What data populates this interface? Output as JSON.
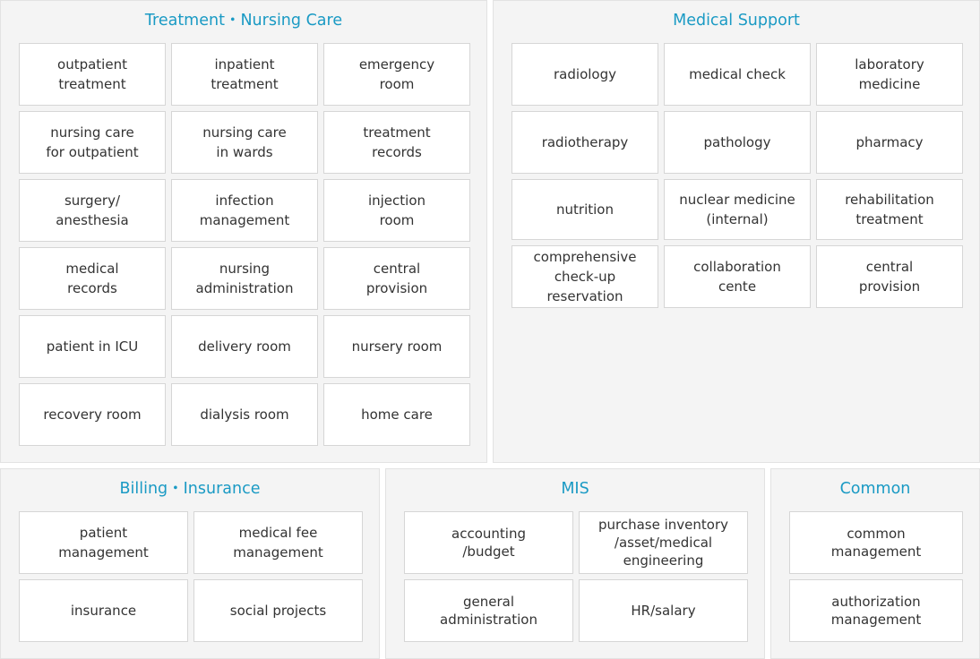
{
  "panels": {
    "treatment": {
      "title": "Treatment・Nursing Care",
      "items": [
        "outpatient\ntreatment",
        "inpatient\ntreatment",
        "emergency\nroom",
        "nursing care\nfor outpatient",
        "nursing care\nin wards",
        "treatment\nrecords",
        "surgery/\nanesthesia",
        "infection\nmanagement",
        "injection\nroom",
        "medical\nrecords",
        "nursing\nadministration",
        "central\nprovision",
        "patient in ICU",
        "delivery room",
        "nursery room",
        "recovery room",
        "dialysis room",
        "home care"
      ]
    },
    "support": {
      "title": "Medical Support",
      "items": [
        "radiology",
        "medical check",
        "laboratory\nmedicine",
        "radiotherapy",
        "pathology",
        "pharmacy",
        "nutrition",
        "nuclear medicine\n(internal)",
        "rehabilitation\ntreatment",
        "comprehensive\ncheck-up reservation",
        "collaboration\ncente",
        "central\nprovision"
      ]
    },
    "billing": {
      "title": "Billing・Insurance",
      "items": [
        "patient\nmanagement",
        "medical fee\nmanagement",
        "insurance",
        "social projects"
      ]
    },
    "mis": {
      "title": "MIS",
      "items": [
        "accounting\n/budget",
        "purchase inventory\n/asset/medical\nengineering",
        "general\nadministration",
        "HR/salary"
      ]
    },
    "common": {
      "title": "Common",
      "items": [
        "common\nmanagement",
        "authorization\nmanagement"
      ]
    }
  }
}
